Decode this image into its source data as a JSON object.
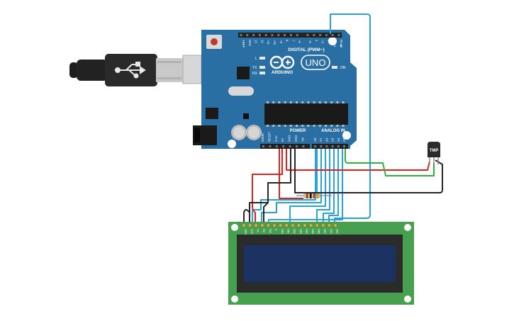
{
  "arduino": {
    "brand": "ARDUINO",
    "model": "UNO",
    "digital_header": "DIGITAL (PWM~)",
    "power_header": "POWER",
    "analog_header": "ANALOG IN",
    "on_led": "ON",
    "tx_led": "TX",
    "rx_led": "RX",
    "l_led": "L",
    "digital_pins": [
      "AREF",
      "GND",
      "13",
      "12",
      "~11",
      "~10",
      "~9",
      "8",
      "7",
      "~6",
      "~5",
      "4",
      "~3",
      "2",
      "TX▶1",
      "RX◀0"
    ],
    "power_pins": [
      "IOREF",
      "RESET",
      "3.3V",
      "5V",
      "GND",
      "GND",
      "Vin"
    ],
    "analog_pins": [
      "A0",
      "A1",
      "A2",
      "A3",
      "A4",
      "A5"
    ]
  },
  "sensor": {
    "label": "TMP"
  },
  "lcd": {
    "pins": [
      "GND",
      "VCC",
      "V0",
      "RS",
      "RW",
      "E",
      "DB0",
      "DB1",
      "DB2",
      "DB3",
      "DB4",
      "DB5",
      "DB6",
      "DB7",
      "LED",
      "LED"
    ]
  },
  "colors": {
    "board": "#2a6fa3",
    "wire_red": "#e0221c",
    "wire_black": "#262626",
    "wire_blue": "#29a3d6",
    "wire_green": "#2fb53a",
    "lcd_pcb": "#46a050",
    "lcd_screen": "#1c3260"
  }
}
